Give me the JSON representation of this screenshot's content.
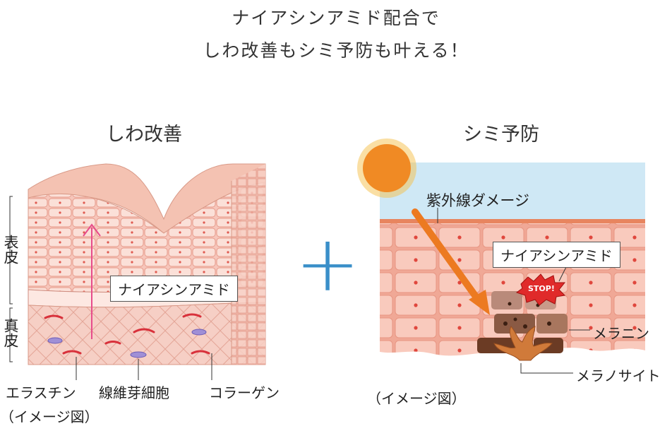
{
  "headline": {
    "line1": "ナイアシンアミド配合で",
    "line2": "しわ改善もシミ予防も叶える！"
  },
  "left_panel": {
    "title": "しわ改善",
    "layer_epidermis": "表皮",
    "layer_dermis": "真皮",
    "ingredient_label": "ナイアシンアミド",
    "label_elastin": "エラスチン",
    "label_fibroblast": "線維芽細胞",
    "label_collagen": "コラーゲン",
    "image_note": "（イメージ図）"
  },
  "right_panel": {
    "title": "シミ予防",
    "uv_label": "紫外線ダメージ",
    "ingredient_label": "ナイアシンアミド",
    "stop_badge": "STOP!",
    "label_melanin": "メラニン",
    "label_melanocyte": "メラノサイト",
    "image_note": "（イメージ図）"
  },
  "plus_symbol": "+",
  "colors": {
    "skin_pink": "#f2b3a6",
    "cell_light": "#fbe1da",
    "sky_blue": "#cfe8f5",
    "sun_orange": "#f08a24",
    "uv_arrow": "#ec7a21",
    "plus_blue": "#3a8fc9",
    "melanin_brown": "#6b3b24"
  }
}
